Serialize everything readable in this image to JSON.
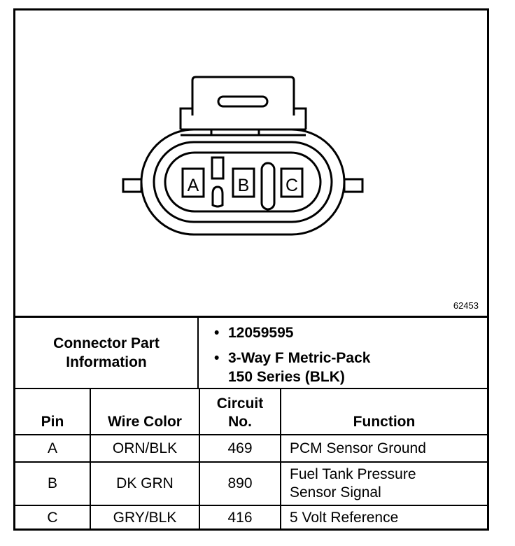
{
  "figure_number": "62453",
  "connector": {
    "pins": [
      "A",
      "B",
      "C"
    ]
  },
  "part_info": {
    "label_line1": "Connector Part",
    "label_line2": "Information",
    "part_number": "12059595",
    "desc_line1": "3-Way F Metric-Pack",
    "desc_line2": "150 Series (BLK)"
  },
  "table": {
    "headers": {
      "pin": "Pin",
      "wire_color": "Wire Color",
      "circuit_line1": "Circuit",
      "circuit_line2": "No.",
      "function": "Function"
    },
    "rows": [
      {
        "pin": "A",
        "wire_color": "ORN/BLK",
        "circuit": "469",
        "function_line1": "PCM Sensor Ground",
        "function_line2": ""
      },
      {
        "pin": "B",
        "wire_color": "DK GRN",
        "circuit": "890",
        "function_line1": "Fuel Tank Pressure",
        "function_line2": "Sensor Signal"
      },
      {
        "pin": "C",
        "wire_color": "GRY/BLK",
        "circuit": "416",
        "function_line1": "5 Volt Reference",
        "function_line2": ""
      }
    ]
  }
}
